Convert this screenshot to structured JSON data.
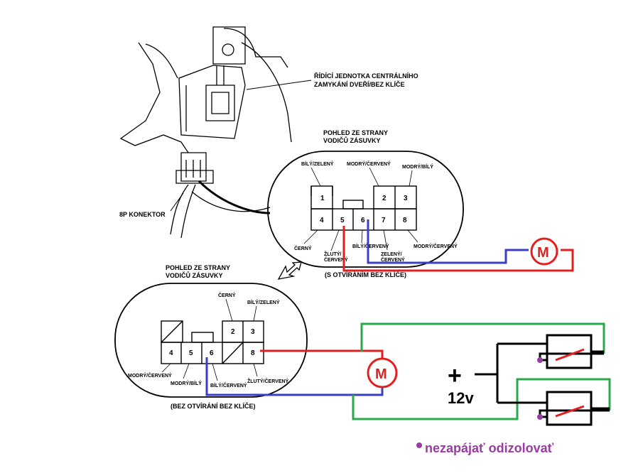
{
  "labels": {
    "control_unit": [
      "ŘÍDÍCÍ JEDNOTKA CENTRÁLNÍHO",
      "ZAMYKÁNÍ DVEŘÍ/BEZ KLÍČE"
    ],
    "connector": "8P KONEKTOR",
    "view_top": [
      "POHLED ZE STRANY",
      "VODIČŮ ZÁSUVKY"
    ],
    "view_bottom": [
      "POHLED ZE STRANY",
      "VODIČŮ ZÁSUVKY"
    ],
    "caption_top": "(S OTVÍRÁNÍM BEZ KLÍČE)",
    "caption_bottom": "(BEZ OTVÍRÁNÍ BEZ KLÍČE)",
    "motor": "M",
    "voltage": "12v",
    "plus": "+",
    "note": "nezapájať odizolovať"
  },
  "top_connector": {
    "pins": [
      "1",
      "2",
      "3",
      "4",
      "5",
      "6",
      "7",
      "8"
    ],
    "wires": {
      "bily_zeleny": "BÍLÝ/ZELENÝ",
      "modry_cerveny_top": "MODRÝ/ČERVENÝ",
      "modry_bily": "MODRÝ/BÍLÝ",
      "cerny": "ČERNÝ",
      "zluty": "ŽLUTÝ/",
      "zluty2": "ČERVENÝ",
      "bily_cerveny": "BÍLÝ/ČERVENÝ",
      "zeleny": "ZELENÝ/",
      "zeleny2": "ČERVENÝ",
      "modry_cerveny_bottom": "MODRÝ/ČERVENÝ"
    }
  },
  "bottom_connector": {
    "pins": [
      "2",
      "3",
      "4",
      "5",
      "6",
      "8"
    ],
    "wires": {
      "cerny": "ČERNÝ",
      "bily_zeleny": "BÍLÝ/ZELENÝ",
      "modry_cerveny": "MODRÝ/ČERVENÝ",
      "modry_bily": "MODRÝ/BÍLÝ",
      "bily_cerveny": "BÍLÝ/ČERVENÝ",
      "zluty_cerveny": "ŽLUTÝ/ČERVENÝ"
    }
  },
  "colors": {
    "red": "#e32020",
    "blue": "#3a3fc4",
    "green": "#2aa84a",
    "purple": "#9b3aa5",
    "black": "#000000"
  }
}
